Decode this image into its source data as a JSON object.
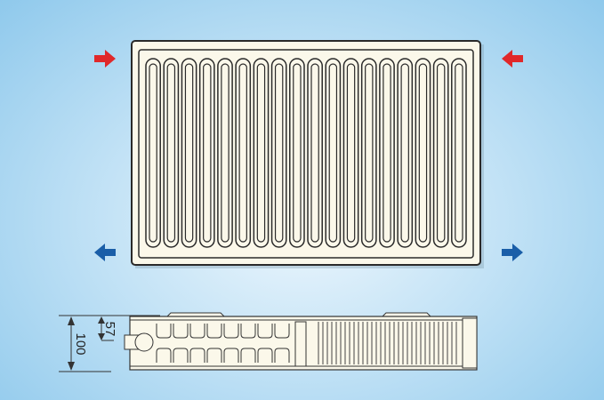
{
  "dimensions": {
    "total_depth": "100",
    "connection_depth": "57"
  },
  "colors": {
    "hot_arrow": "#e0282a",
    "cold_arrow": "#1a5ea8",
    "panel": "#fbf8ea",
    "outline": "#2a2a2a"
  },
  "front_view": {
    "fin_count": 18
  },
  "arrows": [
    {
      "name": "inlet-top-left-arrow",
      "kind": "hot",
      "direction": "right"
    },
    {
      "name": "inlet-top-right-arrow",
      "kind": "hot",
      "direction": "left"
    },
    {
      "name": "outlet-bottom-left-arrow",
      "kind": "cold",
      "direction": "left"
    },
    {
      "name": "outlet-bottom-right-arrow",
      "kind": "cold",
      "direction": "right"
    }
  ]
}
